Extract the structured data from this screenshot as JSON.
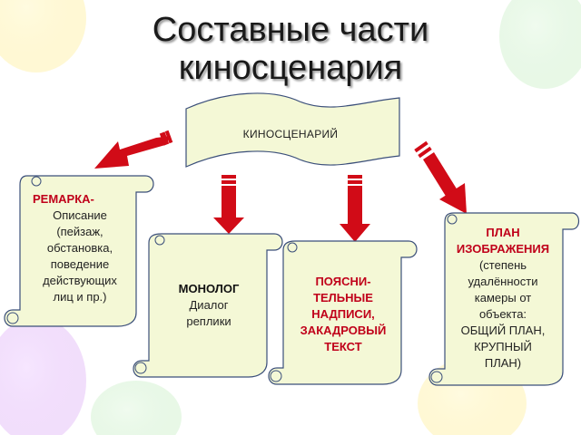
{
  "title": {
    "line1": "Составные части",
    "line2": "киносценария"
  },
  "banner": {
    "label": "КИНОСЦЕНАРИЙ"
  },
  "boxes": {
    "remarka": {
      "heading": "РЕМАРКА-",
      "lines": [
        "Описание",
        "(пейзаж,",
        "обстановка,",
        "поведение",
        "действующих",
        "лиц и пр.)"
      ]
    },
    "monolog": {
      "heading": "МОНОЛОГ",
      "lines": [
        "Диалог",
        "реплики"
      ]
    },
    "poyasni": {
      "lines": [
        "ПОЯСНИ-",
        "ТЕЛЬНЫЕ",
        "НАДПИСИ,",
        "ЗАКАДРОВЫЙ",
        "ТЕКСТ"
      ]
    },
    "plan": {
      "heading1": "ПЛАН",
      "heading2": "ИЗОБРАЖЕНИЯ",
      "lines": [
        "(степень",
        "удалённости",
        "камеры от",
        "объекта:",
        "ОБЩИЙ ПЛАН,",
        "КРУПНЫЙ",
        "ПЛАН)"
      ]
    }
  },
  "colors": {
    "scroll_fill": "#f4f8d6",
    "scroll_stroke": "#3b4f7a",
    "arrow_red": "#d10b17",
    "heading_red": "#c0001a"
  }
}
